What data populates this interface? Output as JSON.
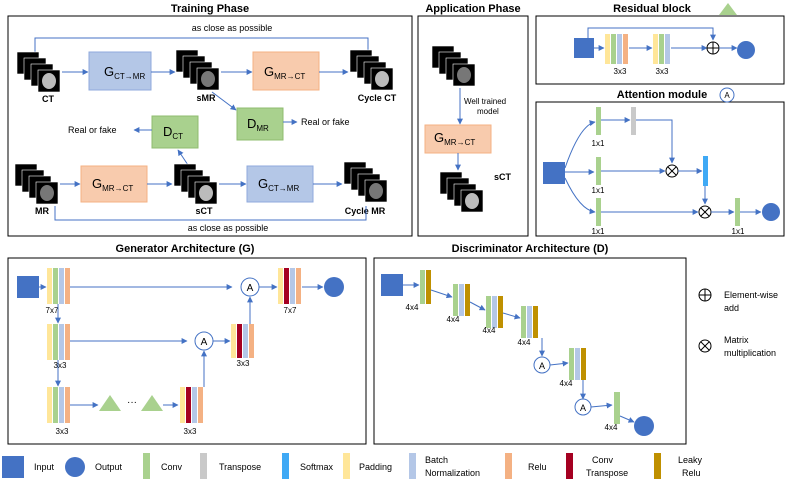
{
  "training": {
    "title": "Training Phase",
    "close_top": "as close as possible",
    "close_bottom": "as close as possible",
    "g_ct_mr": "G",
    "g_ct_mr_sub": "CT→MR",
    "g_mr_ct": "G",
    "g_mr_ct_sub": "MR→CT",
    "d_mr": "D",
    "d_mr_sub": "MR",
    "d_ct": "D",
    "d_ct_sub": "CT",
    "real_or_fake_right": "Real or fake",
    "real_or_fake_left": "Real or fake",
    "ct": "CT",
    "smr": "sMR",
    "cycle_ct": "Cycle CT",
    "mr": "MR",
    "sct": "sCT",
    "cycle_mr": "Cycle MR",
    "g_mr_ct_2": "G",
    "g_mr_ct_2_sub": "MR→CT",
    "g_ct_mr_2": "G",
    "g_ct_mr_2_sub": "CT→MR"
  },
  "application": {
    "title": "Application Phase",
    "note1": "Well trained",
    "note2": "model",
    "g": "G",
    "g_sub": "MR→CT",
    "sct": "sCT"
  },
  "residual": {
    "title": "Residual block",
    "k1": "3x3",
    "k2": "3x3"
  },
  "attention": {
    "title": "Attention module",
    "symbol": "A",
    "k1": "1x1",
    "k2": "1x1",
    "k3": "1x1",
    "k4": "1x1"
  },
  "generator": {
    "title": "Generator Architecture (G)",
    "k_7x7_a": "7x7",
    "k_7x7_b": "7x7",
    "k_3x3_a": "3x3",
    "k_3x3_b": "3x3",
    "k_3x3_c": "3x3",
    "k_3x3_d": "3x3",
    "dots": "···",
    "att1": "A",
    "att2": "A"
  },
  "discriminator": {
    "title": "Discriminator Architecture (D)",
    "k1": "4x4",
    "k2": "4x4",
    "k3": "4x4",
    "k4": "4x4",
    "k5": "4x4",
    "k6": "4x4",
    "att1": "A",
    "att2": "A"
  },
  "side_legend": {
    "add1": "Element-wise",
    "add2": "add",
    "mul1": "Matrix",
    "mul2": "multiplication"
  },
  "legend": {
    "input": "Input",
    "output": "Output",
    "conv": "Conv",
    "transpose": "Transpose",
    "softmax": "Softmax",
    "padding": "Padding",
    "bn1": "Batch",
    "bn2": "Normalization",
    "relu": "Relu",
    "convt1": "Conv",
    "convt2": "Transpose",
    "leaky1": "Leaky",
    "leaky2": "Relu"
  },
  "colors": {
    "input": "#4472c4",
    "conv": "#a9d18e",
    "transpose": "#c9c9c9",
    "softmax": "#3fa9f5",
    "padding": "#ffe699",
    "bn": "#b4c7e7",
    "relu": "#f4b183",
    "convt": "#a50021",
    "leaky": "#bf9000",
    "gen_orange": "#f8cbad",
    "gen_blue": "#b4c7e7",
    "disc_green": "#a9d18e",
    "arrow": "#4472c4"
  }
}
